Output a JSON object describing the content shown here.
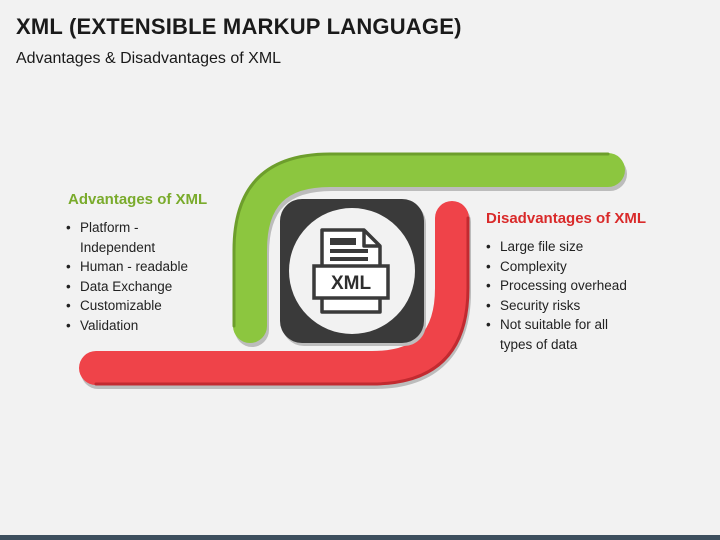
{
  "header": {
    "title": "XML (EXTENSIBLE MARKUP LANGUAGE)",
    "subtitle": "Advantages & Disadvantages of XML"
  },
  "center_icon": {
    "name": "xml-file-icon",
    "label": "XML"
  },
  "advantages": {
    "heading": "Advantages of XML",
    "color": "#7ab02c",
    "items": [
      "Platform -\nIndependent",
      "Human - readable",
      "Data Exchange",
      "Customizable",
      "Validation"
    ]
  },
  "disadvantages": {
    "heading": "Disadvantages of XML",
    "color": "#e8343c",
    "items": [
      "Large file size",
      "Complexity",
      "Processing overhead",
      "Security risks",
      "Not suitable for all\ntypes of data"
    ]
  }
}
